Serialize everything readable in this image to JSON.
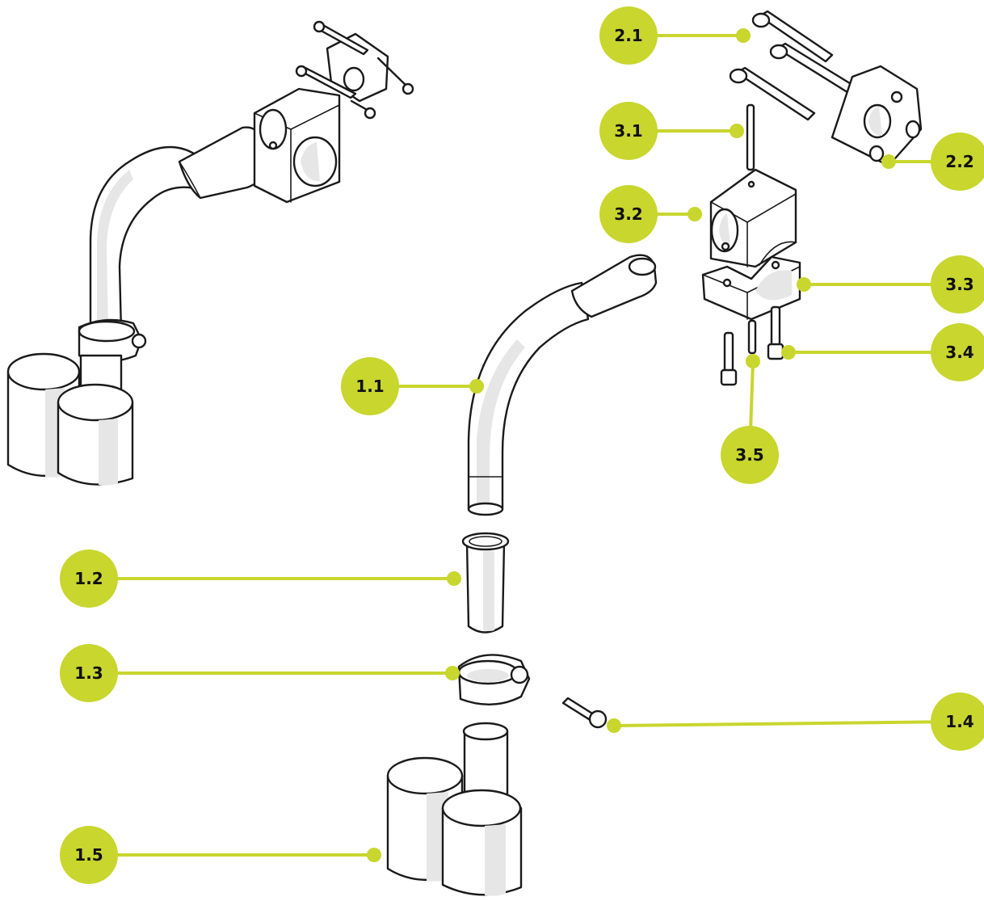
{
  "diagram": {
    "accent_color": "#c8d62e",
    "line_color": "#1a1a1a",
    "callouts": [
      {
        "id": "1.1",
        "label": "1.1"
      },
      {
        "id": "1.2",
        "label": "1.2"
      },
      {
        "id": "1.3",
        "label": "1.3"
      },
      {
        "id": "1.4",
        "label": "1.4"
      },
      {
        "id": "1.5",
        "label": "1.5"
      },
      {
        "id": "2.1",
        "label": "2.1"
      },
      {
        "id": "2.2",
        "label": "2.2"
      },
      {
        "id": "3.1",
        "label": "3.1"
      },
      {
        "id": "3.2",
        "label": "3.2"
      },
      {
        "id": "3.3",
        "label": "3.3"
      },
      {
        "id": "3.4",
        "label": "3.4"
      },
      {
        "id": "3.5",
        "label": "3.5"
      }
    ]
  }
}
